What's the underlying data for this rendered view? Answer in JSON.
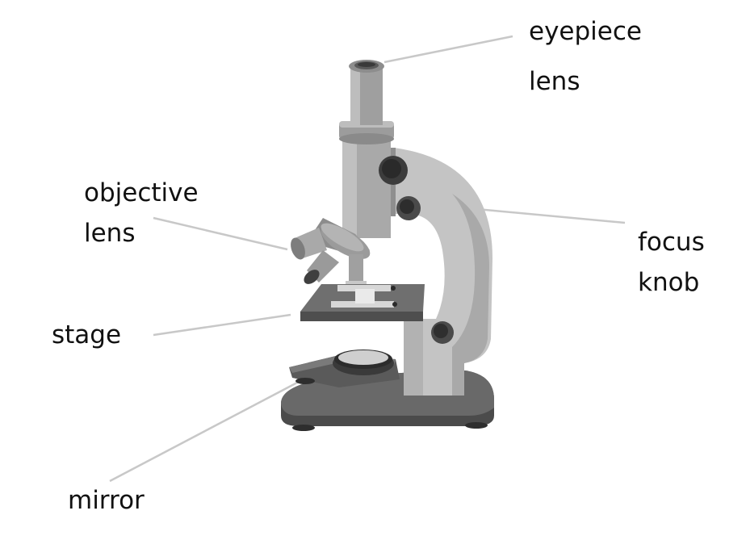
{
  "labels": {
    "eyepiece": {
      "line1": "eyepiece",
      "line2": "lens"
    },
    "objective": {
      "line1": "objective",
      "line2": "lens"
    },
    "focus": {
      "line1": "focus",
      "line2": "knob"
    },
    "stage": {
      "line1": "stage"
    },
    "mirror": {
      "line1": "mirror"
    }
  },
  "colors": {
    "leader_line": "#c8c8c8",
    "body_light": "#c4c4c4",
    "body_mid": "#a9a9a9",
    "body_dark": "#5e5e5e",
    "base_dark": "#4b4b4b",
    "text": "#111111"
  }
}
